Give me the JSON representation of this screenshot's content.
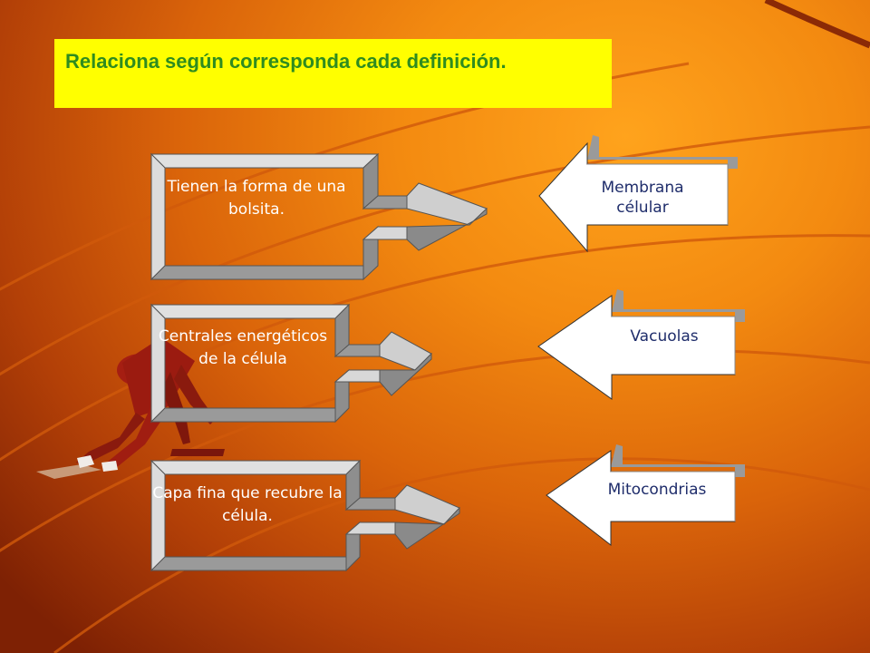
{
  "title": "Relaciona según corresponda cada definición.",
  "definitions": [
    {
      "label": "Tienen la forma de una bolsita."
    },
    {
      "label": "Centrales energéticos de la célula"
    },
    {
      "label": "Capa fina que recubre la célula."
    }
  ],
  "answers": [
    {
      "label": "Membrana célular"
    },
    {
      "label": "Vacuolas"
    },
    {
      "label": "Mitocondrias"
    }
  ],
  "colors": {
    "title_background": "#ffff00",
    "title_text": "#2f8c1f",
    "answer_text": "#1f2d6b",
    "definition_text": "#ffffff"
  },
  "decorations": [
    "running-track-lines",
    "sprinter-on-starting-blocks"
  ]
}
